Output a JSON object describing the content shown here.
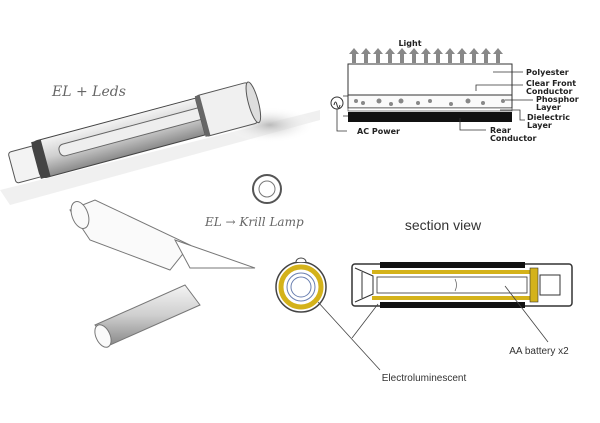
{
  "sketch": {
    "note_top": "EL + Leds",
    "note_mid": "EL → Krill Lamp"
  },
  "el_diagram": {
    "light": "Light",
    "polyester": "Polyester",
    "clear_front_1": "Clear Front",
    "clear_front_2": "Conductor",
    "phosphor_1": "Phosphor",
    "phosphor_2": "Layer",
    "dielectric_1": "Dielectric",
    "dielectric_2": "Layer",
    "ac_power": "AC Power",
    "rear_1": "Rear",
    "rear_2": "Conductor"
  },
  "section": {
    "title": "section view",
    "battery_label": "AA battery  x2",
    "el_label": "Electroluminescent"
  },
  "colors": {
    "yellow": "#d4b21a",
    "black": "#111111"
  }
}
